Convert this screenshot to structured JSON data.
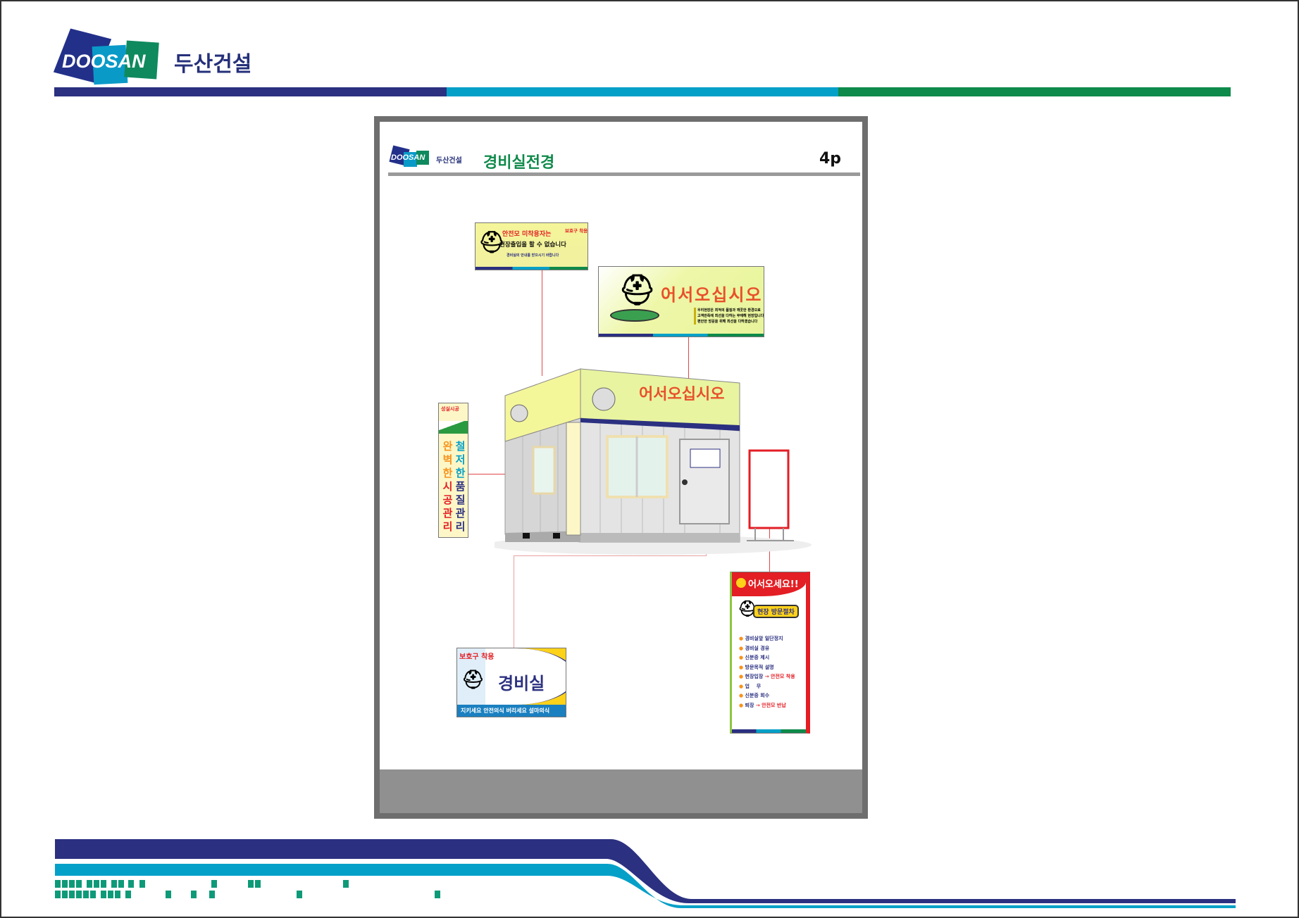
{
  "header": {
    "logo_text": "DOOSAN",
    "brand": "두산건설"
  },
  "colors": {
    "navy": "#2b3080",
    "cyan": "#05a0c8",
    "green": "#0e8a4a",
    "red": "#e31e24",
    "yellow": "#ffd21a"
  },
  "slide": {
    "logo_text": "DOOSAN",
    "brand": "두산건설",
    "title": "경비실전경",
    "page": "4p",
    "signs": {
      "helmet": {
        "line1": "안전모 미착용자는",
        "line2": "현장출입을 할 수 없습니다",
        "line3": "경비실의 안내를 받으시기 바랍니다",
        "side": "보호구 착용"
      },
      "welcome": {
        "title": "어서오십시오",
        "text1": "우리현장은 최적의 품질과 깨끗한 환경으로",
        "text2": "고객만족에 최선을 다하는 무재해 현장입니다",
        "text3": "편안한 방문을 위해 최선을 다하겠습니다"
      },
      "vertical": {
        "top": "성실시공",
        "left": [
          "완",
          "벽",
          "한",
          "시",
          "공",
          "관",
          "리"
        ],
        "right": [
          "철",
          "저",
          "한",
          "품",
          "질",
          "관",
          "리"
        ]
      },
      "guard": {
        "side": "보호구 착용",
        "title": "경비실",
        "bottom": "지키세요 안전의식 버리세요 설마의식"
      },
      "visit": {
        "title": "어서오세요!!",
        "badge": "현장 방문절차",
        "steps": [
          "경비실앞 일단정지",
          "경비실 경유",
          "신분증 제시",
          "방문목적 설명",
          "현장입장",
          "업    무",
          "신분증 회수",
          "퇴장"
        ],
        "arrow_1": "→ 안전모 착용",
        "arrow_2": "→ 안전모 반납"
      }
    }
  }
}
